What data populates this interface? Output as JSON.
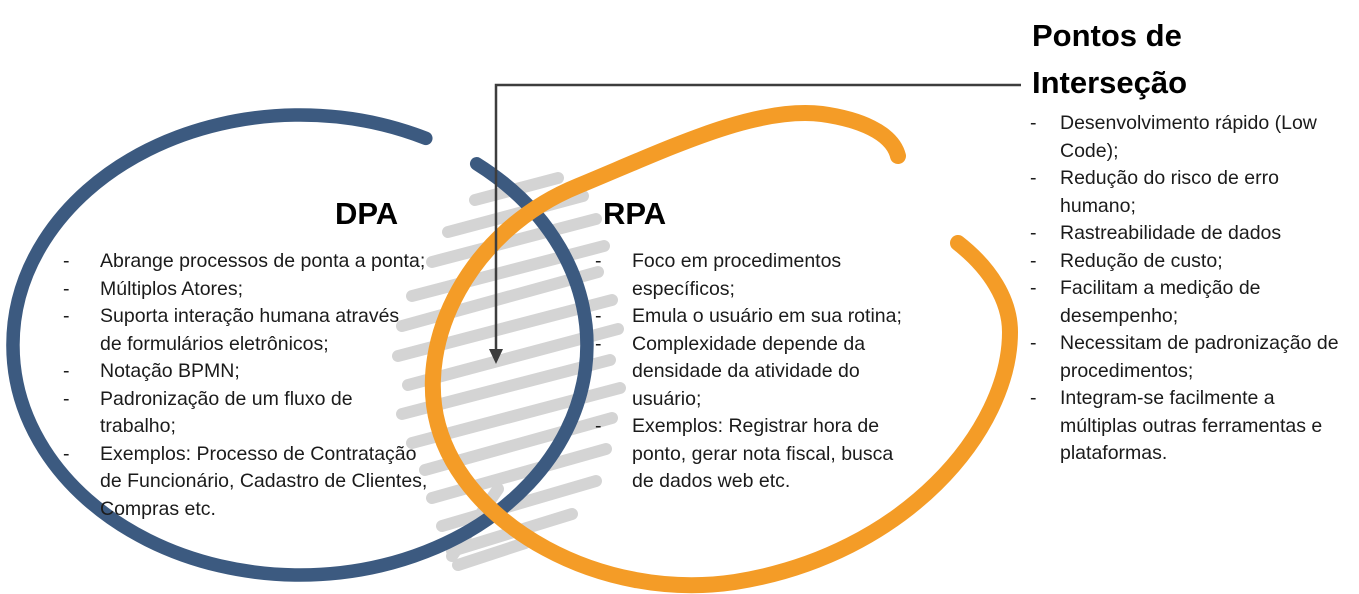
{
  "colors": {
    "dpa_circle": "#3c5a80",
    "rpa_circle": "#f49c27",
    "scribble": "#d4d4d4",
    "connector": "#3d3d3d",
    "body_text": "#1b1b1b",
    "heading_text": "#000000"
  },
  "bullet": "-",
  "title": "Pontos de\nInterseção",
  "dpa": {
    "heading": "DPA",
    "items": [
      "Abrange processos de ponta a ponta;",
      "Múltiplos Atores;",
      "Suporta interação humana através\nde formulários eletrônicos;",
      "Notação BPMN;",
      "Padronização de um fluxo de\ntrabalho;",
      "Exemplos: Processo de Contratação\nde Funcionário, Cadastro de Clientes,\nCompras etc."
    ]
  },
  "rpa": {
    "heading": "RPA",
    "items": [
      "Foco em procedimentos\nespecíficos;",
      "Emula o usuário em sua rotina;",
      "Complexidade depende da\ndensidade da atividade do\nusuário;",
      "Exemplos: Registrar hora de\nponto, gerar nota fiscal, busca\nde dados web etc."
    ]
  },
  "intersection": {
    "items": [
      "Desenvolvimento rápido (Low\nCode);",
      "Redução do risco de erro\nhumano;",
      "Rastreabilidade de dados",
      "Redução de custo;",
      "Facilitam a medição de\ndesempenho;",
      "Necessitam de padronização de\nprocedimentos;",
      "Integram-se facilmente a\nmúltiplas outras ferramentas e\nplataformas."
    ]
  }
}
